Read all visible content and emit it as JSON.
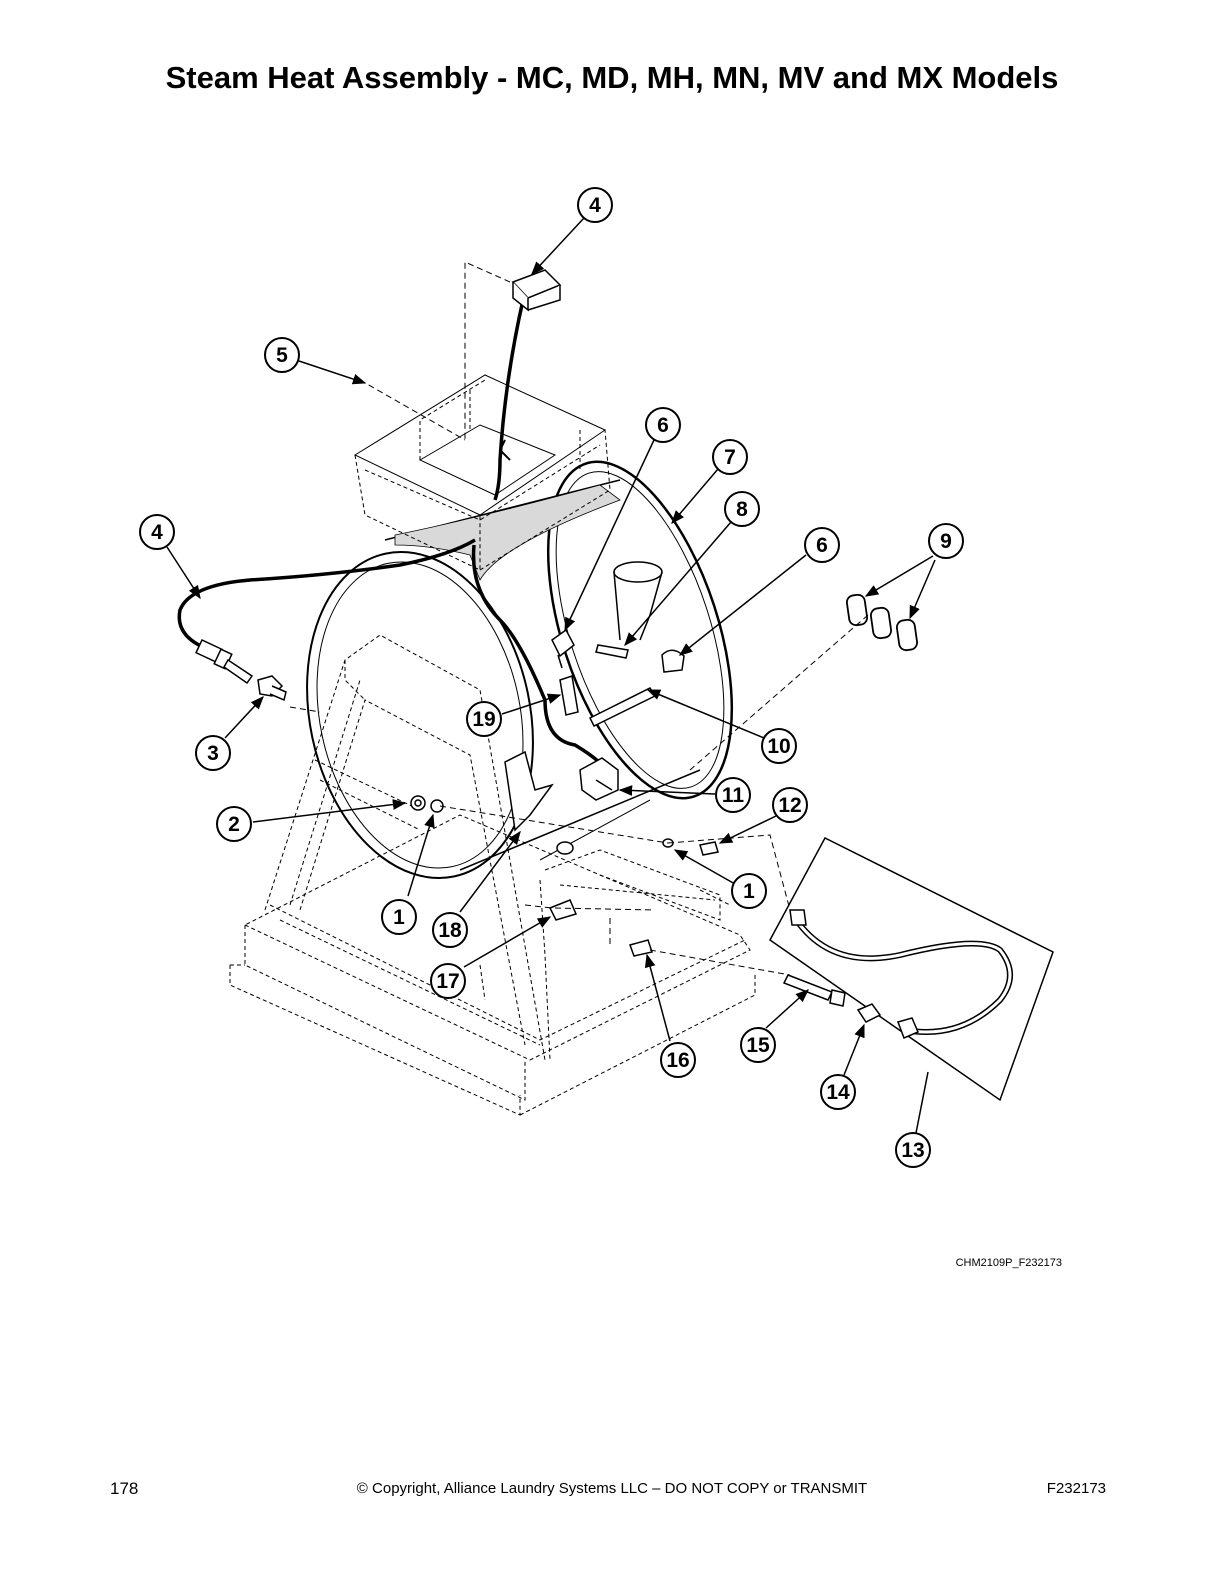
{
  "title": "Steam Heat Assembly - MC, MD, MH, MN, MV and MX Models",
  "figure_id": "CHM2109P_F232173",
  "footer": {
    "page_number": "178",
    "copyright": "© Copyright, Alliance Laundry Systems LLC – DO NOT COPY or TRANSMIT",
    "document_number": "F232173"
  },
  "callouts": [
    {
      "id": "c4-top",
      "label": "4"
    },
    {
      "id": "c5",
      "label": "5"
    },
    {
      "id": "c6-a",
      "label": "6"
    },
    {
      "id": "c7",
      "label": "7"
    },
    {
      "id": "c8",
      "label": "8"
    },
    {
      "id": "c6-b",
      "label": "6"
    },
    {
      "id": "c9",
      "label": "9"
    },
    {
      "id": "c4-left",
      "label": "4"
    },
    {
      "id": "c3",
      "label": "3"
    },
    {
      "id": "c19",
      "label": "19"
    },
    {
      "id": "c10",
      "label": "10"
    },
    {
      "id": "c11",
      "label": "11"
    },
    {
      "id": "c12",
      "label": "12"
    },
    {
      "id": "c2",
      "label": "2"
    },
    {
      "id": "c1-a",
      "label": "1"
    },
    {
      "id": "c18",
      "label": "18"
    },
    {
      "id": "c1-b",
      "label": "1"
    },
    {
      "id": "c17",
      "label": "17"
    },
    {
      "id": "c16",
      "label": "16"
    },
    {
      "id": "c15",
      "label": "15"
    },
    {
      "id": "c14",
      "label": "14"
    },
    {
      "id": "c13",
      "label": "13"
    }
  ]
}
